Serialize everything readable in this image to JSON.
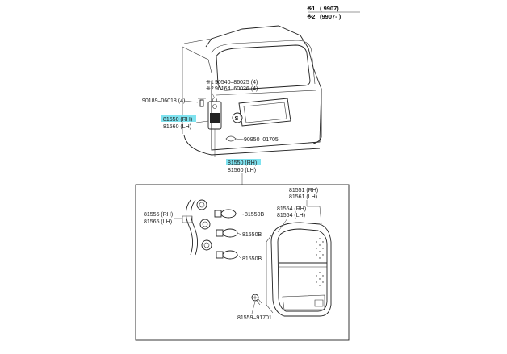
{
  "notes": [
    {
      "mark": "※1",
      "text": "(        9907)"
    },
    {
      "mark": "※2",
      "text": "(9907-        )"
    }
  ],
  "upper_callouts": {
    "c1_mark": "※1",
    "c1_part": "90540–86025 (4)",
    "c2_mark": "※2",
    "c2_part": "90164–60036 (4)",
    "bolt": "90189–06018 (4)",
    "lamp_rh": "81550 (RH)",
    "lamp_lh": "81560 (LH)",
    "clip": "90950–01705",
    "emblem_symbol": "S"
  },
  "assembly_callout": {
    "rh": "81550 (RH)",
    "lh": "81560 (LH)"
  },
  "detail_callouts": {
    "lens_rh": "81551 (RH)",
    "lens_lh": "81561 (LH)",
    "gasket_rh": "81554 (RH)",
    "gasket_lh": "81564 (LH)",
    "socket_rh": "81555 (RH)",
    "socket_lh": "81565 (LH)",
    "bulb_1": "81550B",
    "bulb_2": "81550B",
    "bulb_3": "81550B",
    "screw": "81559–91701"
  },
  "colors": {
    "highlight": "#7fe3f0",
    "line": "#222222"
  }
}
